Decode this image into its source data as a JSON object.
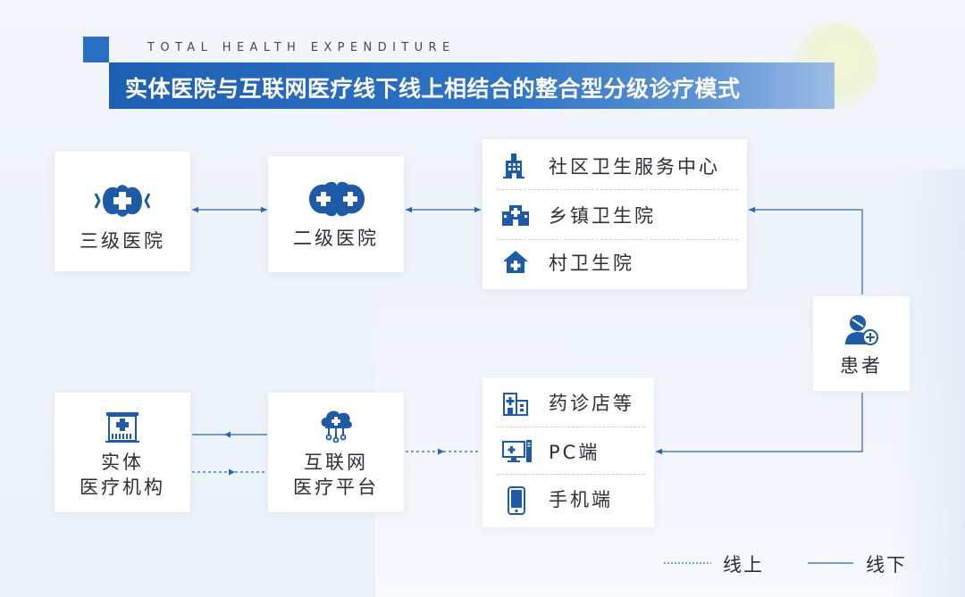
{
  "header": {
    "subtitle_en": "TOTAL HEALTH EXPENDITURE",
    "title": "实体医院与互联网医疗线下线上相结合的整合型分级诊疗模式"
  },
  "nodes": {
    "tertiary_hospital": "三级医院",
    "secondary_hospital": "二级医院",
    "primary_care": [
      {
        "label": "社区卫生服务中心",
        "icon": "building-icon"
      },
      {
        "label": "乡镇卫生院",
        "icon": "clinic-icon"
      },
      {
        "label": "村卫生院",
        "icon": "house-cross-icon"
      }
    ],
    "patient": "患者",
    "physical_institution": {
      "line1": "实体",
      "line2": "医疗机构"
    },
    "internet_platform": {
      "line1": "互联网",
      "line2": "医疗平台"
    },
    "access_points": [
      {
        "label": "药诊店等",
        "icon": "pharmacy-icon"
      },
      {
        "label": "PC端",
        "icon": "desktop-icon"
      },
      {
        "label": "手机端",
        "icon": "phone-icon"
      }
    ]
  },
  "legend": {
    "online": "线上",
    "offline": "线下"
  },
  "colors": {
    "primary_blue": "#1e5fb3",
    "icon_blue": "#1d5aa8",
    "line_blue": "#2a64b4",
    "text": "#2a2f38"
  }
}
